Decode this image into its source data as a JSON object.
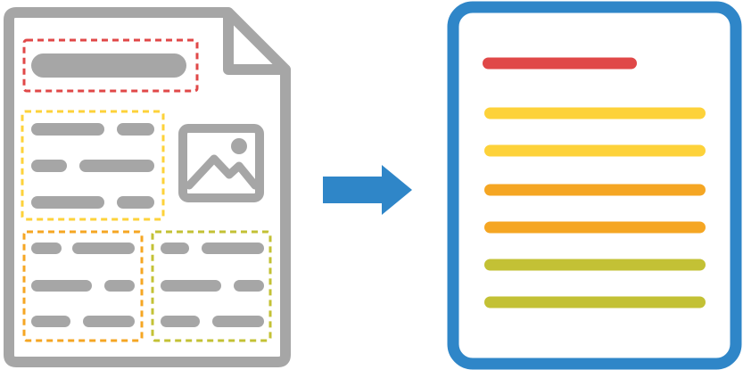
{
  "diagram": {
    "source_document": {
      "icon": "scanned-layout-document-icon",
      "stroke_color": "#a6a6a6",
      "regions": [
        {
          "name": "title-region",
          "color": "#e04848",
          "lines_per_row": 1,
          "rows": 1
        },
        {
          "name": "paragraph-region",
          "color": "#fdd23a",
          "lines_per_row": 2,
          "rows": 3
        },
        {
          "name": "left-column-region",
          "color": "#f5a623",
          "lines_per_row": 2,
          "rows": 3
        },
        {
          "name": "right-column-region",
          "color": "#c3c135",
          "lines_per_row": 2,
          "rows": 3
        }
      ],
      "image_placeholder": {
        "icon": "image-icon"
      }
    },
    "arrow": {
      "icon": "right-arrow-icon",
      "color": "#2f86c8"
    },
    "output_document": {
      "icon": "structured-text-document-icon",
      "frame_color": "#2f86c8",
      "lines": [
        {
          "kind": "title",
          "color": "#e04848"
        },
        {
          "kind": "paragraph",
          "color": "#fdd23a"
        },
        {
          "kind": "paragraph",
          "color": "#fdd23a"
        },
        {
          "kind": "column",
          "color": "#f5a623"
        },
        {
          "kind": "column",
          "color": "#f5a623"
        },
        {
          "kind": "column",
          "color": "#c3c135"
        },
        {
          "kind": "column",
          "color": "#c3c135"
        }
      ]
    }
  }
}
